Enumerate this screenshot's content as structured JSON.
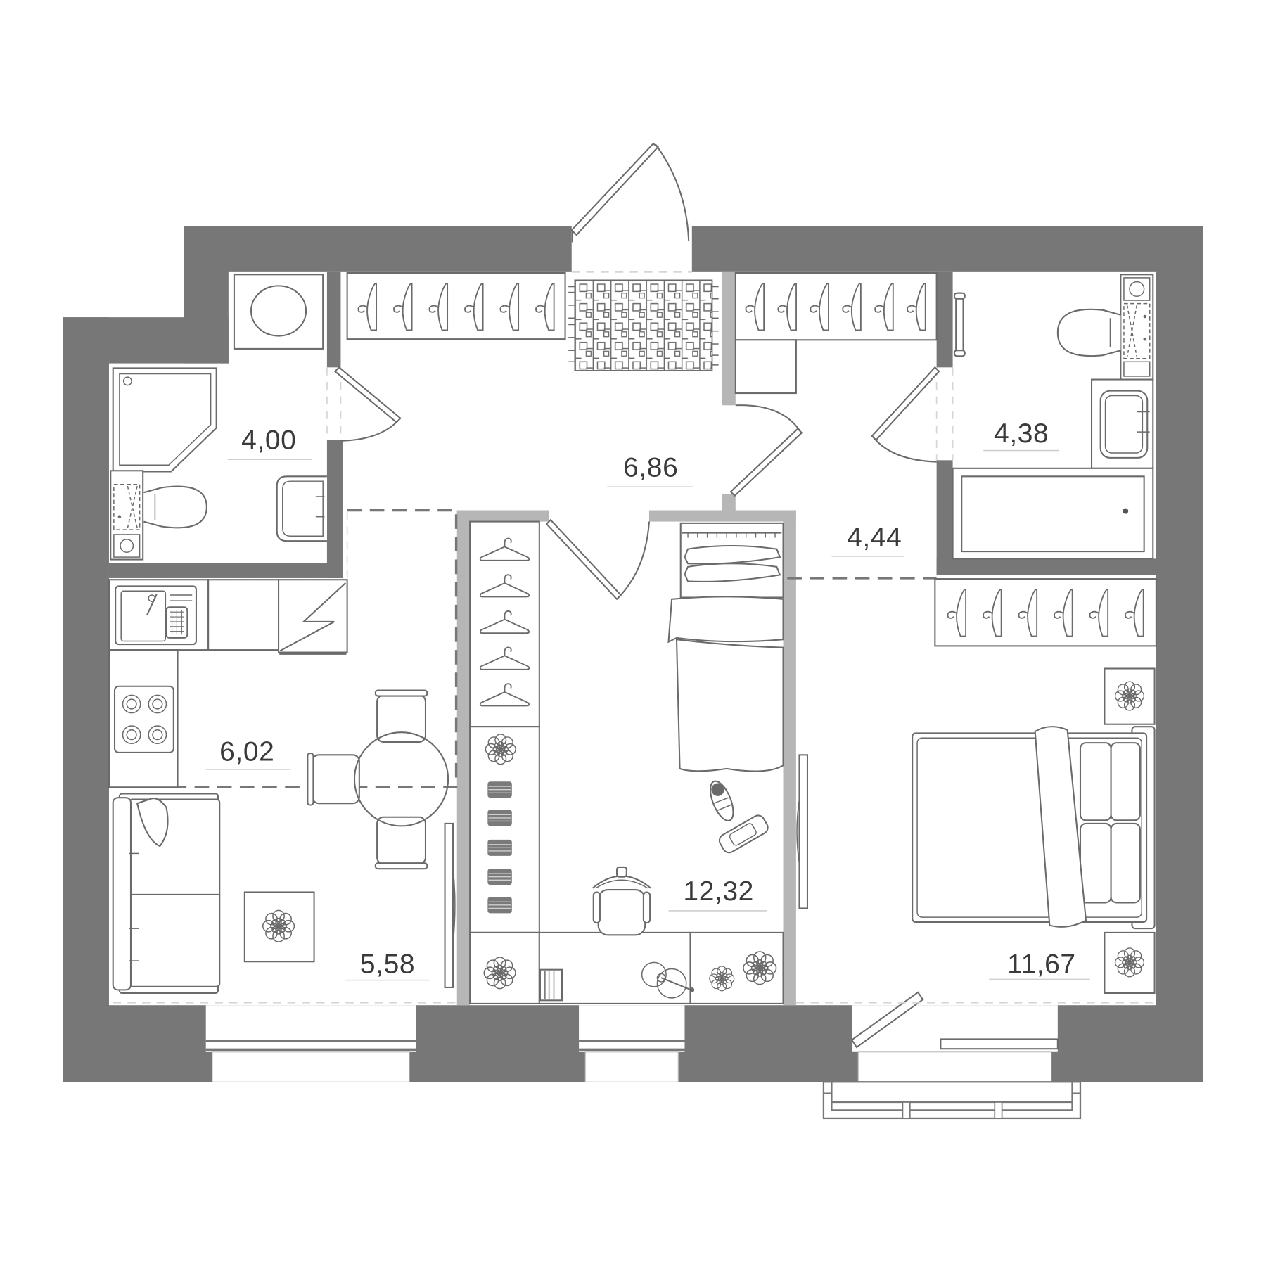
{
  "plan": {
    "rooms": {
      "bathroom_1": {
        "area": "4,00"
      },
      "hallway": {
        "area": "6,86"
      },
      "bathroom_2": {
        "area": "4,38"
      },
      "corridor": {
        "area": "4,44"
      },
      "kitchen": {
        "area": "6,02"
      },
      "living_room": {
        "area": "5,58"
      },
      "kids_room": {
        "area": "12,32"
      },
      "bedroom": {
        "area": "11,67"
      }
    }
  },
  "colors": {
    "background": "#ffffff",
    "load_bearing_wall": "#777777",
    "partition_wall": "#b6b6b6",
    "furniture_line": "#6a6a6a",
    "area_text": "#3a3a3a",
    "label_underline": "#cfcfcf"
  },
  "icons": {
    "bathroom_1": [
      "washing-machine-icon",
      "shower-tray-icon",
      "toilet-icon",
      "flush-panel-icon",
      "sink-icon"
    ],
    "hallway": [
      "wardrobe-hangers-icon",
      "doormat-rug-icon",
      "entrance-door-icon"
    ],
    "corridor": [
      "wardrobe-hangers-icon",
      "cabinet-icon"
    ],
    "bathroom_2": [
      "towel-rail-icon",
      "toilet-icon",
      "flush-panel-icon",
      "sink-icon",
      "bathtub-icon"
    ],
    "kitchen": [
      "kitchen-sink-icon",
      "fridge-icon",
      "stove-icon",
      "dining-table-icon",
      "chair-icon"
    ],
    "living_room": [
      "sofa-icon",
      "rug-flower-icon",
      "mirror-wardrobe-icon",
      "window-icon"
    ],
    "kids_room": [
      "wardrobe-hangers-icon",
      "flower-icon",
      "folded-clothes-icon",
      "single-bed-icon",
      "toy-boat-icon",
      "toy-car-icon",
      "desk-chair-icon",
      "guitar-icon",
      "window-icon"
    ],
    "bedroom": [
      "wardrobe-hangers-icon",
      "nightstand-flower-icon",
      "double-bed-icon",
      "mirror-wardrobe-icon",
      "balcony-door-icon",
      "balcony-icon"
    ]
  }
}
